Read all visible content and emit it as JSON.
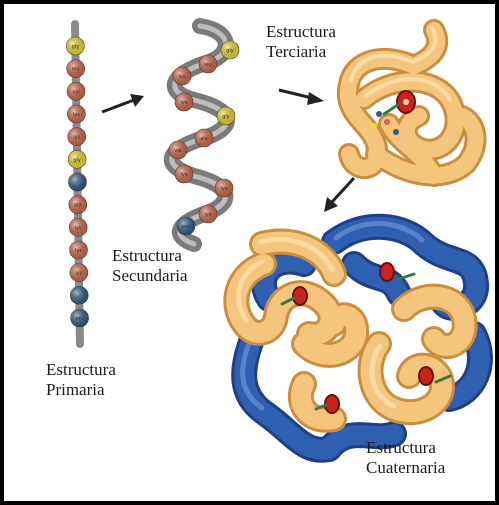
{
  "labels": {
    "primaria": [
      "Estructura",
      "Primaria"
    ],
    "secundaria": [
      "Estructura",
      "Secundaria"
    ],
    "terciaria": [
      "Estructura",
      "Terciaria"
    ],
    "cuaternaria": [
      "Estructura",
      "Cuaternaria"
    ]
  },
  "chain_beads": [
    "gly",
    "leu",
    "val",
    "lys",
    "lys",
    "gly",
    "",
    "ala",
    "lys",
    "lys",
    "lys",
    "",
    "pro"
  ],
  "helix_beads": [
    "gly",
    "leu",
    "lys",
    "lys",
    "gly",
    "ala",
    "val",
    "lys",
    "lys",
    "lys",
    "pro"
  ],
  "colors": {
    "gold": "#f0bd6e",
    "gold_dark": "#c98f3e",
    "blue": "#2f5fb0",
    "blue_dark": "#1f3f86",
    "red": "#c8231c",
    "bead_orange": "#d2694a",
    "bead_yellow": "#e8dc2c",
    "bead_blue": "#2d5d86",
    "backbone": "#7a7a7a"
  }
}
